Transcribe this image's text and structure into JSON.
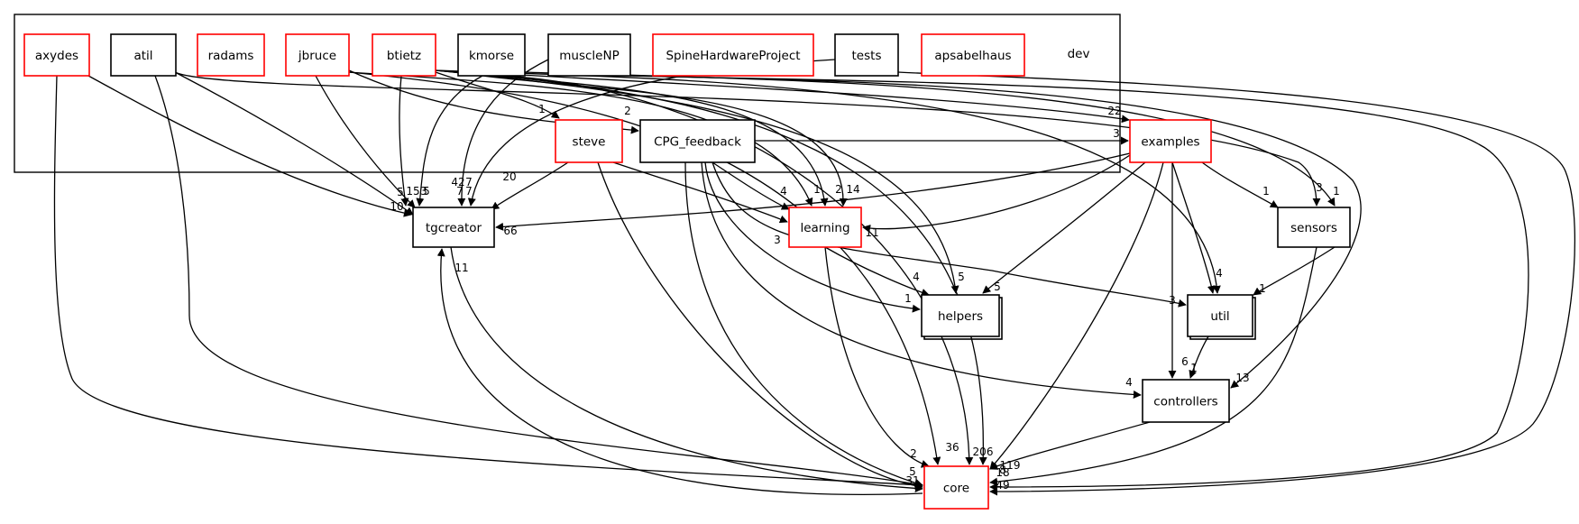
{
  "cluster": {
    "label": "dev"
  },
  "colors": {
    "red": "#ff0000",
    "black": "#000000"
  },
  "nodes": [
    {
      "id": "axydes",
      "label": "axydes",
      "border": "red"
    },
    {
      "id": "atil",
      "label": "atil",
      "border": "black"
    },
    {
      "id": "radams",
      "label": "radams",
      "border": "red"
    },
    {
      "id": "jbruce",
      "label": "jbruce",
      "border": "red"
    },
    {
      "id": "btietz",
      "label": "btietz",
      "border": "red"
    },
    {
      "id": "kmorse",
      "label": "kmorse",
      "border": "black"
    },
    {
      "id": "muscleNP",
      "label": "muscleNP",
      "border": "black"
    },
    {
      "id": "spine",
      "label": "SpineHardwareProject",
      "border": "red"
    },
    {
      "id": "tests",
      "label": "tests",
      "border": "black"
    },
    {
      "id": "apsabelhaus",
      "label": "apsabelhaus",
      "border": "red"
    },
    {
      "id": "steve",
      "label": "steve",
      "border": "red"
    },
    {
      "id": "cpg",
      "label": "CPG_feedback",
      "border": "black"
    },
    {
      "id": "examples",
      "label": "examples",
      "border": "red"
    },
    {
      "id": "tgcreator",
      "label": "tgcreator",
      "border": "black"
    },
    {
      "id": "learning",
      "label": "learning",
      "border": "red"
    },
    {
      "id": "sensors",
      "label": "sensors",
      "border": "black"
    },
    {
      "id": "helpers",
      "label": "helpers",
      "border": "black",
      "shadow": true
    },
    {
      "id": "util",
      "label": "util",
      "border": "black",
      "shadow": true
    },
    {
      "id": "controllers",
      "label": "controllers",
      "border": "black"
    },
    {
      "id": "core",
      "label": "core",
      "border": "red"
    }
  ],
  "edges": [
    {
      "from": "axydes",
      "to": "tgcreator",
      "label": "10"
    },
    {
      "from": "axydes",
      "to": "core",
      "label": ""
    },
    {
      "from": "atil",
      "to": "tgcreator",
      "label": "5"
    },
    {
      "from": "atil",
      "to": "core",
      "label": ""
    },
    {
      "from": "atil",
      "to": "sensors",
      "label": "3"
    },
    {
      "from": "jbruce",
      "to": "tgcreator",
      "label": "15"
    },
    {
      "from": "jbruce",
      "to": "cpg",
      "label": "2"
    },
    {
      "from": "jbruce",
      "to": "learning",
      "label": "1"
    },
    {
      "from": "jbruce",
      "to": "core",
      "label": ""
    },
    {
      "from": "btietz",
      "to": "tgcreator",
      "label": "3"
    },
    {
      "from": "btietz",
      "to": "steve",
      "label": "1"
    },
    {
      "from": "btietz",
      "to": "learning",
      "label": "2"
    },
    {
      "from": "btietz",
      "to": "helpers",
      "label": "5"
    },
    {
      "from": "btietz",
      "to": "examples",
      "label": "22"
    },
    {
      "from": "btietz",
      "to": "util",
      "label": "3"
    },
    {
      "from": "btietz",
      "to": "core",
      "label": ""
    },
    {
      "from": "kmorse",
      "to": "tgcreator",
      "label": "5"
    },
    {
      "from": "kmorse",
      "to": "learning",
      "label": "14"
    },
    {
      "from": "kmorse",
      "to": "core",
      "label": "36"
    },
    {
      "from": "kmorse",
      "to": "sensors",
      "label": "1"
    },
    {
      "from": "muscleNP",
      "to": "tgcreator",
      "label": "7"
    },
    {
      "from": "muscleNP",
      "to": "core",
      "label": "206"
    },
    {
      "from": "muscleNP",
      "to": "controllers",
      "label": "13"
    },
    {
      "from": "tests",
      "to": "tgcreator",
      "label": "7"
    },
    {
      "from": "tests",
      "to": "core",
      "label": ""
    },
    {
      "from": "steve",
      "to": "tgcreator",
      "label": "20"
    },
    {
      "from": "steve",
      "to": "learning",
      "label": "3"
    },
    {
      "from": "steve",
      "to": "core",
      "label": ""
    },
    {
      "from": "cpg",
      "to": "examples",
      "label": "3"
    },
    {
      "from": "cpg",
      "to": "learning",
      "label": "4"
    },
    {
      "from": "cpg",
      "to": "helpers",
      "label": "1"
    },
    {
      "from": "cpg",
      "to": "util",
      "label": "3"
    },
    {
      "from": "cpg",
      "to": "controllers",
      "label": "4"
    },
    {
      "from": "cpg",
      "to": "core",
      "label": ""
    },
    {
      "from": "examples",
      "to": "tgcreator",
      "label": "66"
    },
    {
      "from": "examples",
      "to": "learning",
      "label": "11"
    },
    {
      "from": "examples",
      "to": "helpers",
      "label": "5"
    },
    {
      "from": "examples",
      "to": "sensors",
      "label": "1"
    },
    {
      "from": "examples",
      "to": "util",
      "label": "4"
    },
    {
      "from": "examples",
      "to": "controllers",
      "label": "6"
    },
    {
      "from": "examples",
      "to": "core",
      "label": "119"
    },
    {
      "from": "tgcreator",
      "to": "core",
      "label": ""
    },
    {
      "from": "core",
      "to": "tgcreator",
      "label": "11"
    },
    {
      "from": "learning",
      "to": "helpers",
      "label": "4"
    },
    {
      "from": "learning",
      "to": "core",
      "label": "2"
    },
    {
      "from": "sensors",
      "to": "util",
      "label": "1"
    },
    {
      "from": "sensors",
      "to": "core",
      "label": "8"
    },
    {
      "from": "util",
      "to": "controllers",
      "label": "1"
    },
    {
      "from": "controllers",
      "to": "core",
      "label": "18"
    }
  ],
  "extra_labels": [
    "42",
    "7",
    "31",
    "5",
    "49"
  ]
}
